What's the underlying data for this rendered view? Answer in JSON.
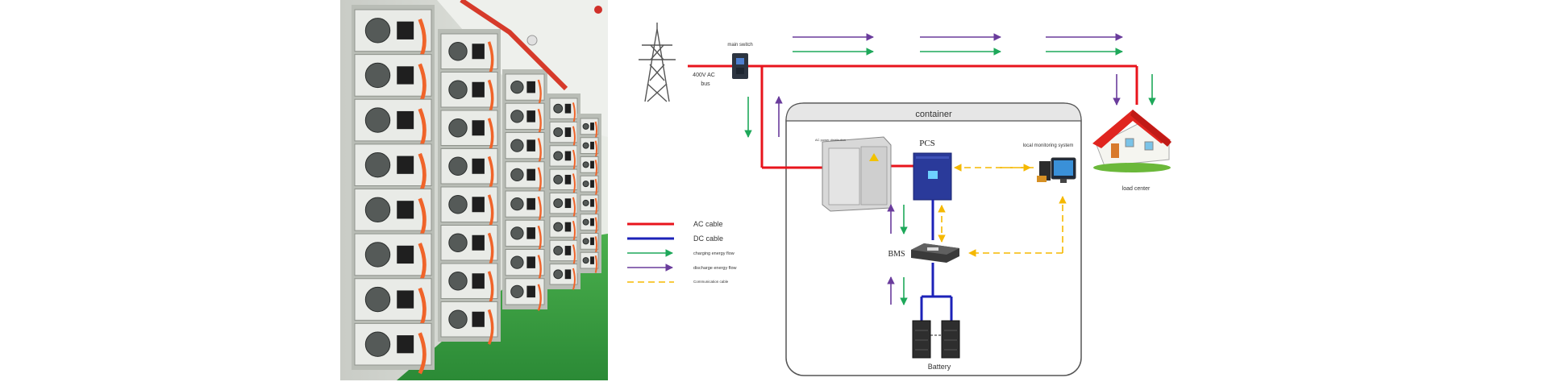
{
  "labels": {
    "main_switch": "main switch",
    "bus_voltage": "400V AC",
    "bus": "bus",
    "container": "container",
    "ac_power_panel": "AC power distribution",
    "pcs": "PCS",
    "local_monitoring": "local monitoring system",
    "load_center": "load center",
    "bms": "BMS",
    "battery": "Battery"
  },
  "legend": [
    {
      "label": "AC cable",
      "style": "ac"
    },
    {
      "label": "DC cable",
      "style": "dc"
    },
    {
      "label": "charging energy flow",
      "style": "charge"
    },
    {
      "label": "discharge energy flow",
      "style": "discharge"
    },
    {
      "label": "Communication cable",
      "style": "comm"
    }
  ],
  "colors": {
    "ac_cable": "#e8141c",
    "dc_cable": "#1c22b8",
    "charging_flow": "#1ea85a",
    "discharge_flow": "#6a3c9c",
    "communication": "#f5b800",
    "photo_floor": "#2f9a3c",
    "photo_cable": "#f0642a"
  }
}
